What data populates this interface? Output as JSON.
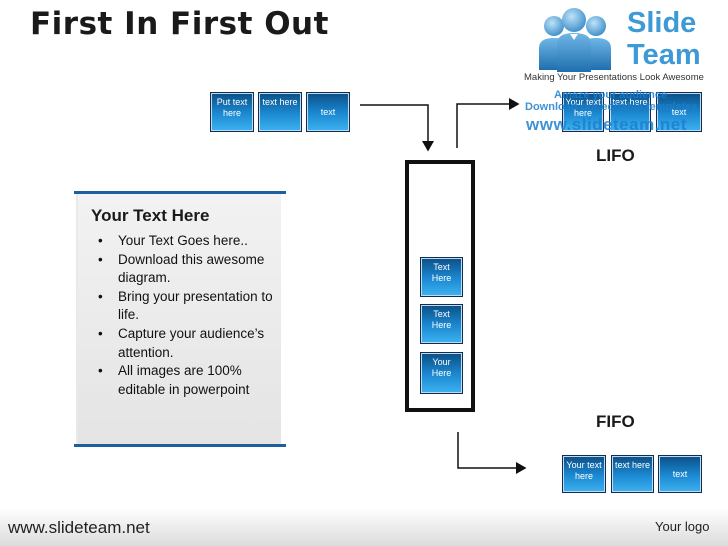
{
  "title": "First In First Out",
  "logo": {
    "line1": "Slide",
    "line2": "Team",
    "tagline": "Making Your Presentations Look Awesome"
  },
  "watermark": {
    "line1": "Amaze your audience",
    "line2": "Download our editable templates",
    "line3": "www.slideteam.net"
  },
  "input_boxes": [
    {
      "label": "Put text here"
    },
    {
      "label": "text here"
    },
    {
      "label": "text"
    }
  ],
  "stack_boxes": [
    {
      "label": "Text Here"
    },
    {
      "label": "Text Here"
    },
    {
      "label": "Your Here"
    }
  ],
  "lifo": {
    "label": "LIFO",
    "boxes": [
      {
        "label": "Your text here"
      },
      {
        "label": "text here"
      },
      {
        "label": "text"
      }
    ]
  },
  "fifo": {
    "label": "FIFO",
    "boxes": [
      {
        "label": "Your text here"
      },
      {
        "label": "text here"
      },
      {
        "label": "text"
      }
    ]
  },
  "panel": {
    "heading": "Your Text Here",
    "bullets": [
      "Your Text Goes here..",
      "Download this awesome diagram.",
      "Bring your presentation to life.",
      "Capture your audience’s attention.",
      "All images are 100% editable in powerpoint"
    ]
  },
  "footer": {
    "url": "www.slideteam.net",
    "logo_text": "Your logo"
  },
  "colors": {
    "box_dark": "#0b4f86",
    "box_light": "#3db2f0",
    "panel_bar": "#1c5fa0",
    "logo_blue": "#3d9ad6"
  }
}
